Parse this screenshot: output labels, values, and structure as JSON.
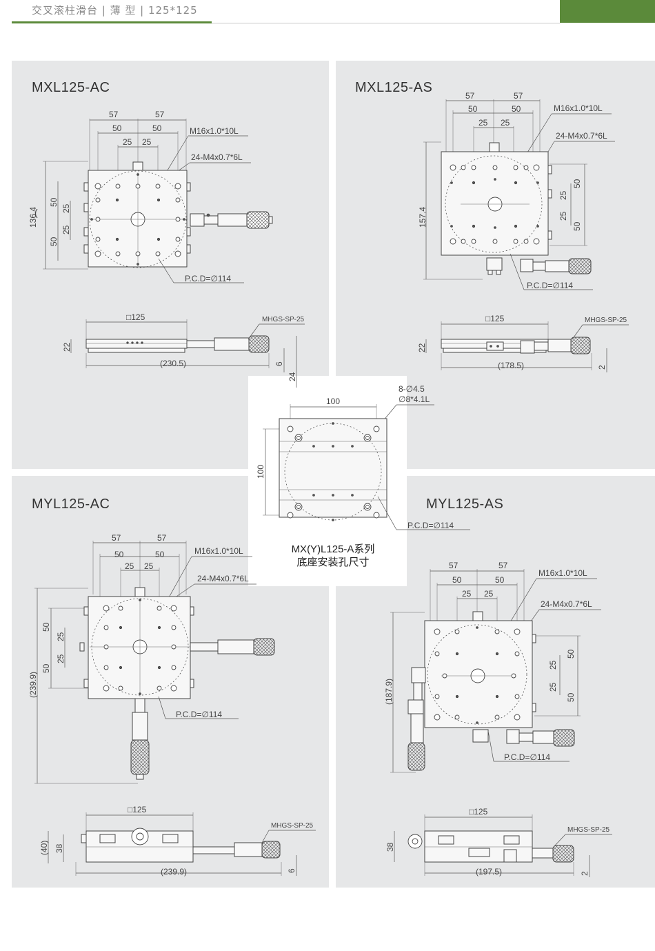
{
  "header": {
    "title": "交叉滚柱滑台 | 薄 型 | 125*125"
  },
  "panels": {
    "mxl_ac": {
      "model": "MXL125-AC",
      "d57a": "57",
      "d57b": "57",
      "d50a": "50",
      "d50b": "50",
      "d25a": "25",
      "d25b": "25",
      "thread": "M16x1.0*10L",
      "holes": "24-M4x0.7*6L",
      "side_total": "136.4",
      "side_50a": "50",
      "side_25a": "25",
      "side_25b": "25",
      "side_50b": "50",
      "pcd": "P.C.D=∅114",
      "sq": "□125",
      "height": "22",
      "length": "(230.5)",
      "d6": "6",
      "d24": "24",
      "mic": "MHGS-SP-25"
    },
    "mxl_as": {
      "model": "MXL125-AS",
      "d57a": "57",
      "d57b": "57",
      "d50a": "50",
      "d50b": "50",
      "d25a": "25",
      "d25b": "25",
      "thread": "M16x1.0*10L",
      "holes": "24-M4x0.7*6L",
      "side_total": "157.4",
      "r50a": "50",
      "r25a": "25",
      "r25b": "25",
      "r50b": "50",
      "pcd": "P.C.D=∅114",
      "sq": "□125",
      "height": "22",
      "length": "(178.5)",
      "d2": "2",
      "mic": "MHGS-SP-25"
    },
    "base": {
      "holes1": "8-∅4.5",
      "holes2": "∅8*4.1L",
      "w": "100",
      "h": "100",
      "pcd": "P.C.D=∅114",
      "caption1": "MX(Y)L125-A系列",
      "caption2": "底座安装孔尺寸"
    },
    "myl_ac": {
      "model": "MYL125-AC",
      "d57a": "57",
      "d57b": "57",
      "d50a": "50",
      "d50b": "50",
      "d25a": "25",
      "d25b": "25",
      "thread": "M16x1.0*10L",
      "holes": "24-M4x0.7*6L",
      "side_total": "(239.9)",
      "side_50a": "50",
      "side_25a": "25",
      "side_25b": "25",
      "side_50b": "50",
      "pcd": "P.C.D=∅114",
      "sq": "□125",
      "h40": "(40)",
      "h38": "38",
      "length": "(239.9)",
      "d6": "6",
      "mic": "MHGS-SP-25"
    },
    "myl_as": {
      "model": "MYL125-AS",
      "d57a": "57",
      "d57b": "57",
      "d50a": "50",
      "d50b": "50",
      "d25a": "25",
      "d25b": "25",
      "thread": "M16x1.0*10L",
      "holes": "24-M4x0.7*6L",
      "side_total": "(187.9)",
      "r50a": "50",
      "r25a": "25",
      "r25b": "25",
      "r50b": "50",
      "pcd": "P.C.D=∅114",
      "sq": "□125",
      "h38": "38",
      "length": "(197.5)",
      "d2": "2",
      "mic": "MHGS-SP-25"
    }
  }
}
